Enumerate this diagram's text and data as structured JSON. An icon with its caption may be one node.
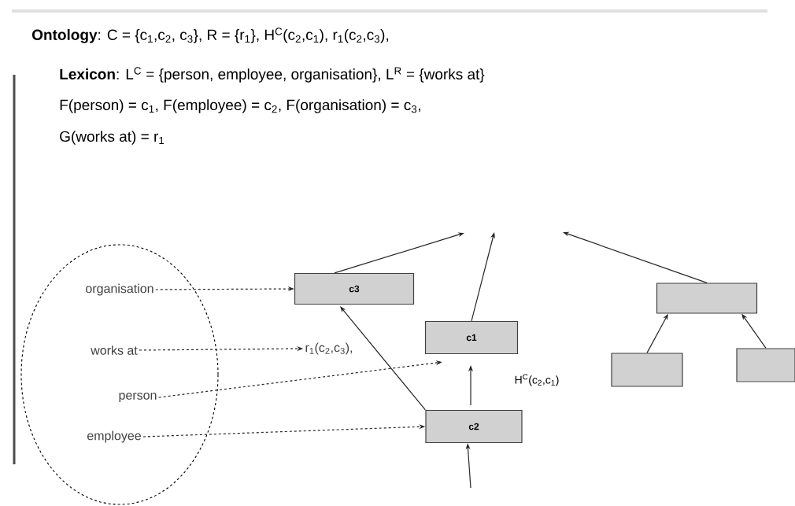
{
  "diagram": {
    "nodes": [
      {
        "text": [],
        "shape": "ellipse"
      },
      {
        "text": [
          "organisation"
        ],
        "in": 0
      },
      {
        "text": [
          "works at"
        ],
        "in": 0
      },
      {
        "text": [
          "person"
        ],
        "in": 0
      },
      {
        "text": [
          "employee"
        ],
        "in": 0
      },
      {
        "text": [
          "c3"
        ]
      },
      {
        "text": [
          "r$_{1}$(c$_{2}$,c$_{3}$),"
        ]
      },
      {
        "text": [
          "c1"
        ]
      },
      {
        "text": [
          "c2"
        ]
      },
      {
        "text": [],
        "shape": "box"
      },
      {
        "text": [],
        "shape": "box"
      },
      {
        "text": [],
        "shape": "box"
      }
    ],
    "edges": [
      {
        "from": 1,
        "to": 5,
        "arrow": "to",
        "style": "dashed"
      },
      {
        "from": 2,
        "to": 6,
        "arrow": "to",
        "style": "dashed"
      },
      {
        "from": 3,
        "to": 7,
        "arrow": "to",
        "style": "dashed"
      },
      {
        "from": 4,
        "to": 8,
        "arrow": "to",
        "style": "dashed"
      },
      {
        "from": 8,
        "to": 5,
        "arrow": "to"
      },
      {
        "from": 8,
        "to": 7,
        "arrow": "to",
        "label": "H$^{C}$(c$_{2}$,c$_{1}$)"
      },
      {
        "from": 5,
        "to": null,
        "arrow": "to"
      },
      {
        "from": 7,
        "to": null,
        "arrow": "to"
      },
      {
        "from": 9,
        "to": null,
        "arrow": "to"
      },
      {
        "from": 10,
        "to": 9,
        "arrow": "to"
      },
      {
        "from": 11,
        "to": 9,
        "arrow": "to"
      },
      {
        "from": null,
        "to": 8,
        "arrow": "to"
      }
    ],
    "labels": [
      "**Ontology**: C = {c$_{1}$,c$_{2}$, c$_{3}$}, R = {r$_{1}$}, H$^{C}$(c$_{2}$,c$_{1}$), r$_{1}$(c$_{2}$,c$_{3}$),",
      "**Lexicon**: L$^{C}$ = {person, employee, organisation}, L$^{R}$ = {works at}",
      "F(person) = c$_{1}$, F(employee) = c$_{2}$, F(organisation) = c$_{3}$,",
      "G(works at) = r$_{1}$"
    ]
  }
}
